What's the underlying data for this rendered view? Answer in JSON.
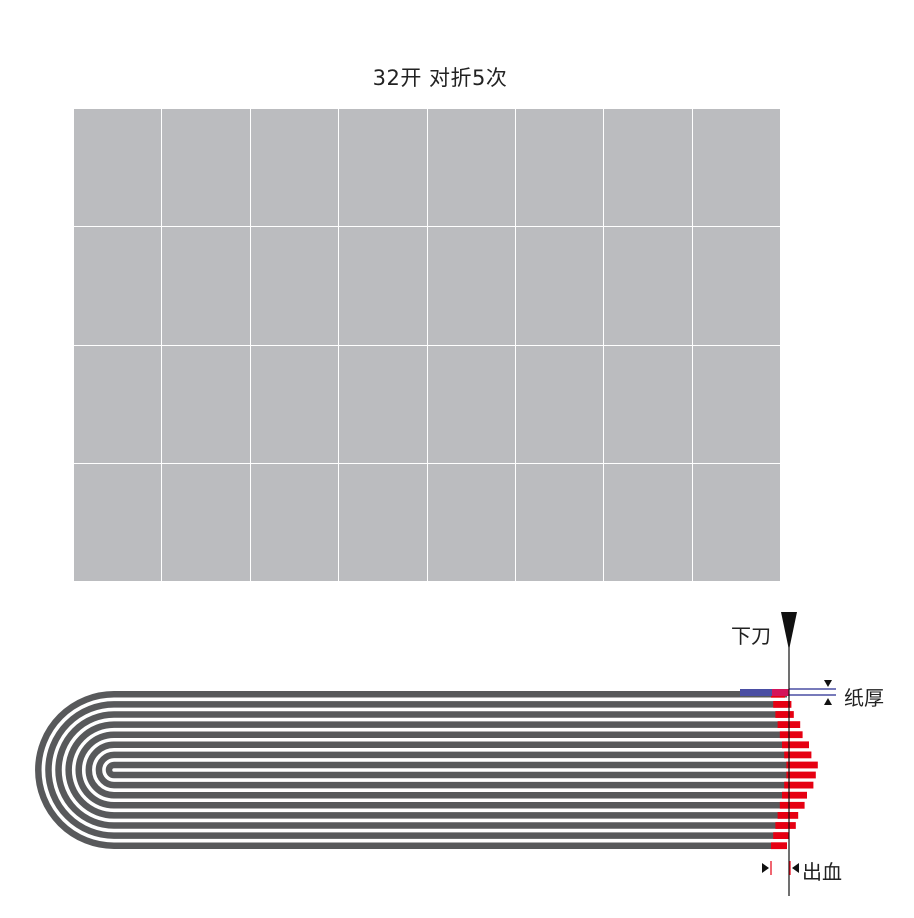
{
  "title": "32开 对折5次",
  "grid": {
    "cols": 8,
    "rows": 4,
    "color": "#bbbcbf"
  },
  "labels": {
    "knife": "下刀",
    "paper_thickness": "纸厚",
    "bleed": "出血"
  },
  "colors": {
    "paper": "#58595b",
    "bleed": "#e60012",
    "thickness_marker": "#4a4ea3",
    "knife": "#111111"
  },
  "layers": 16
}
